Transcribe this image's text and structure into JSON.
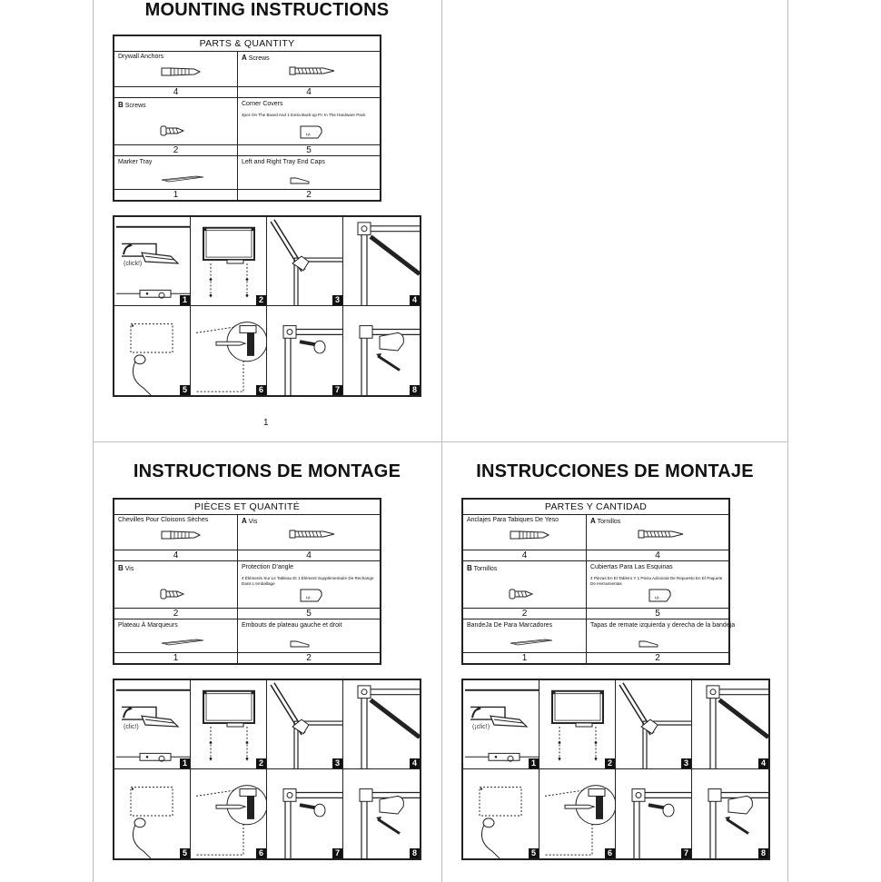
{
  "page_number": "1",
  "sections": [
    {
      "id": "en",
      "title": "MOUNTING INSTRUCTIONS",
      "parts_header": "PARTS & QUANTITY",
      "parts": [
        {
          "label": "Drywall Anchors",
          "prefix": "",
          "note": "",
          "qty": "4"
        },
        {
          "label": "Screws",
          "prefix": "A",
          "note": "",
          "qty": "4"
        },
        {
          "label": "Screws",
          "prefix": "B",
          "note": "",
          "qty": "2"
        },
        {
          "label": "Corner Covers",
          "prefix": "",
          "note": "4pcs On The Board And 1 Extra Back-up Pc In The Hardware Pack",
          "qty": "5"
        },
        {
          "label": "Marker Tray",
          "prefix": "",
          "note": "",
          "qty": "1"
        },
        {
          "label": "Left and Right Tray End Caps",
          "prefix": "",
          "note": "",
          "qty": "2"
        }
      ],
      "click_text": "(click!)"
    },
    {
      "id": "fr",
      "title": "INSTRUCTIONS DE MONTAGE",
      "parts_header": "PIÈCES ET QUANTITÉ",
      "parts": [
        {
          "label": "Chevilles Pour Cloisons Sèches",
          "prefix": "",
          "note": "",
          "qty": "4"
        },
        {
          "label": "Vis",
          "prefix": "A",
          "note": "",
          "qty": "4"
        },
        {
          "label": "Vis",
          "prefix": "B",
          "note": "",
          "qty": "2"
        },
        {
          "label": "Protection D'angle",
          "prefix": "",
          "note": "4 Éléments Sur Le Tableau Et 1 Élément Supplémentaire De Rechange Dans L'emballage",
          "qty": "5"
        },
        {
          "label": "Plateau À Marqueurs",
          "prefix": "",
          "note": "",
          "qty": "1"
        },
        {
          "label": "Embouts de plateau gauche et droit",
          "prefix": "",
          "note": "",
          "qty": "2"
        }
      ],
      "click_text": "(clic!)"
    },
    {
      "id": "es",
      "title": "INSTRUCCIONES DE MONTAJE",
      "parts_header": "PARTES Y CANTIDAD",
      "parts": [
        {
          "label": "Anclajes Para Tabiques De Yeso",
          "prefix": "",
          "note": "",
          "qty": "4"
        },
        {
          "label": "Tornillos",
          "prefix": "A",
          "note": "",
          "qty": "4"
        },
        {
          "label": "Tornillos",
          "prefix": "B",
          "note": "",
          "qty": "2"
        },
        {
          "label": "Cubiertas Para Las Esquinas",
          "prefix": "",
          "note": "4 Piezas En El Tablero Y 1 Pieza Adicional De Repuesto En El Paquete De Herramientas",
          "qty": "5"
        },
        {
          "label": "BandeJa De Para Marcadores",
          "prefix": "",
          "note": "",
          "qty": "1"
        },
        {
          "label": "Tapas de remate izquierda y derecha de la bandeja",
          "prefix": "",
          "note": "",
          "qty": "2"
        }
      ],
      "click_text": "(¡clic!)"
    }
  ],
  "step_numbers": [
    "1",
    "2",
    "3",
    "4",
    "5",
    "6",
    "7",
    "8"
  ],
  "part_icons": [
    "drywall-anchor-icon",
    "screw-a-icon",
    "screw-b-icon",
    "corner-cover-icon",
    "marker-tray-icon",
    "tray-end-cap-icon"
  ]
}
